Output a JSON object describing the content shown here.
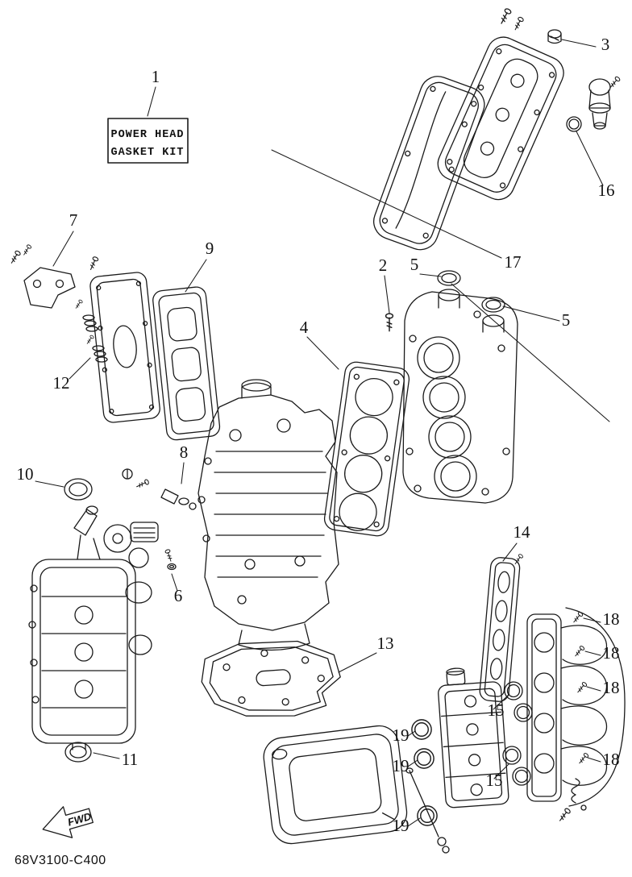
{
  "diagram": {
    "drawing_number": "68V3100-C400",
    "fwd_label": "FWD",
    "kit_label": {
      "line1": "POWER HEAD",
      "line2": "GASKET KIT"
    },
    "ink_color": "#1a1a1a",
    "background_color": "#ffffff"
  },
  "callouts": [
    {
      "label": "1"
    },
    {
      "label": "3"
    },
    {
      "label": "16"
    },
    {
      "label": "17"
    },
    {
      "label": "7"
    },
    {
      "label": "9"
    },
    {
      "label": "2"
    },
    {
      "label": "5"
    },
    {
      "label": "5"
    },
    {
      "label": "4"
    },
    {
      "label": "12"
    },
    {
      "label": "8"
    },
    {
      "label": "10"
    },
    {
      "label": "6"
    },
    {
      "label": "14"
    },
    {
      "label": "13"
    },
    {
      "label": "18"
    },
    {
      "label": "18"
    },
    {
      "label": "18"
    },
    {
      "label": "15"
    },
    {
      "label": "19"
    },
    {
      "label": "19"
    },
    {
      "label": "11"
    },
    {
      "label": "15"
    },
    {
      "label": "18"
    },
    {
      "label": "19"
    }
  ]
}
